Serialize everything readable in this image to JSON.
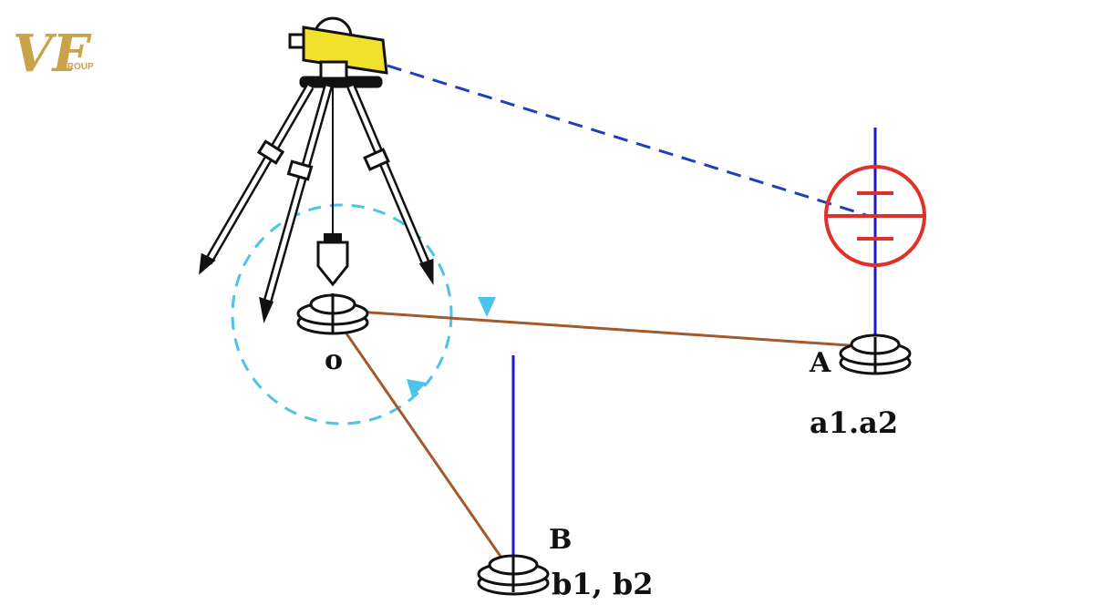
{
  "logo": {
    "mark": "VF",
    "subtext": "GROUP",
    "color": "#c9a24a"
  },
  "labels": {
    "station": "o",
    "point_a": "A",
    "point_a_readings": "a1.a2",
    "point_b": "B",
    "point_b_readings": "b1, b2"
  },
  "colors": {
    "sight_line": "#1f3fbf",
    "baseline": "#a05a2c",
    "rotation_arc": "#4cc3e8",
    "target": "#e0302a",
    "instrument_body": "#f2e12a",
    "vertical_rod": "#1a1acc"
  },
  "icons": {
    "instrument": "theodolite-icon",
    "target": "target-crosshair-icon",
    "station_marker": "ground-marker-icon"
  }
}
